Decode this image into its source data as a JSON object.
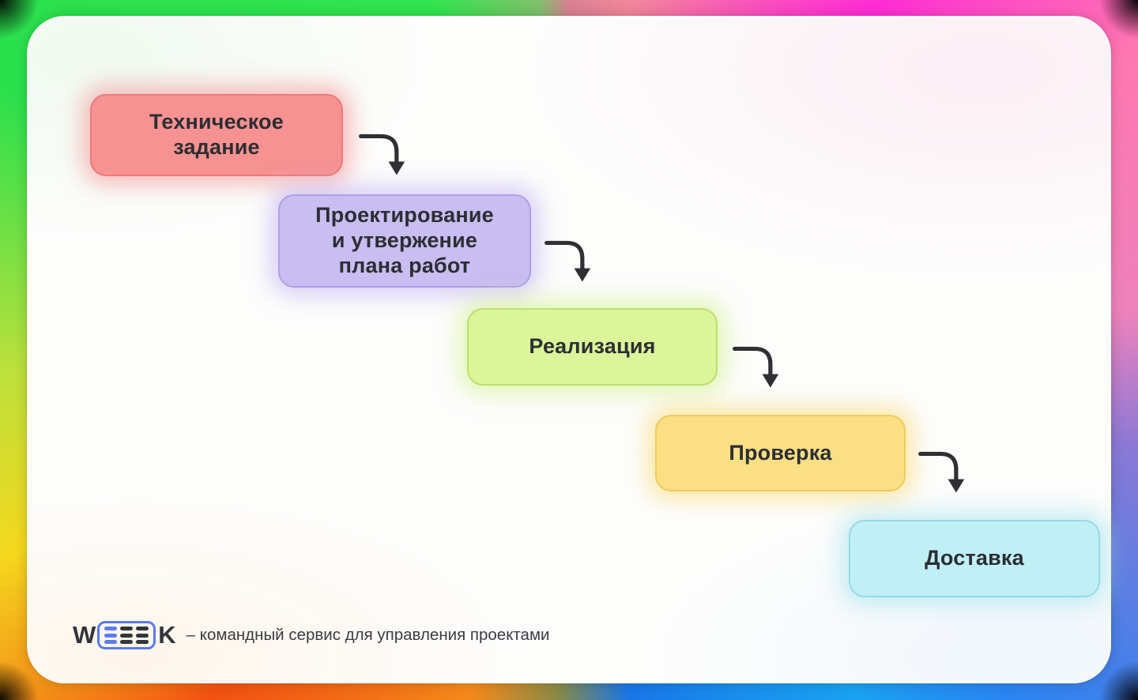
{
  "diagram": {
    "title_semantic": "waterfall-process",
    "steps": [
      {
        "label": "Техническое\nзадание",
        "fill": "#f79292",
        "border": "#e97c7c",
        "glow": "rgba(243,133,133,0.55)"
      },
      {
        "label": "Проектирование\nи утвержение\nплана работ",
        "fill": "#c9bdf1",
        "border": "#ada0e6",
        "glow": "rgba(186,168,240,0.55)"
      },
      {
        "label": "Реализация",
        "fill": "#dcf59b",
        "border": "#bcdf6b",
        "glow": "rgba(205,240,135,0.6)"
      },
      {
        "label": "Проверка",
        "fill": "#fbdf85",
        "border": "#eecb5b",
        "glow": "rgba(250,216,110,0.6)"
      },
      {
        "label": "Доставка",
        "fill": "#c0f0f6",
        "border": "#96d9e4",
        "glow": "rgba(160,226,238,0.6)"
      }
    ],
    "arrow_color": "#2e3033"
  },
  "footer": {
    "logo": {
      "prefix": "W",
      "suffix": "K",
      "accent": "#5b79eb",
      "dark": "#33353b",
      "e_colors": [
        "#5c7cef",
        "#33353b",
        "#33353b"
      ]
    },
    "tagline": "– командный сервис для управления проектами"
  }
}
